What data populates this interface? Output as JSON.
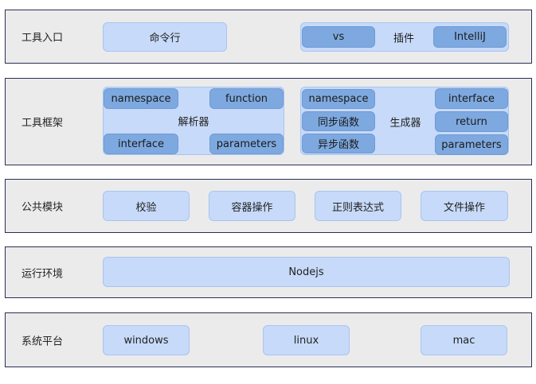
{
  "layers": {
    "entry": {
      "label": "工具入口",
      "cli": "命令行",
      "plugin": {
        "label": "插件",
        "vs": "vs",
        "intellij": "IntelliJ"
      }
    },
    "framework": {
      "label": "工具框架",
      "parser": {
        "label": "解析器",
        "namespace": "namespace",
        "function": "function",
        "interface": "interface",
        "parameters": "parameters"
      },
      "generator": {
        "label": "生成器",
        "namespace": "namespace",
        "sync_func": "同步函数",
        "async_func": "异步函数",
        "interface": "interface",
        "return": "return",
        "parameters": "parameters"
      }
    },
    "common": {
      "label": "公共模块",
      "items": [
        "校验",
        "容器操作",
        "正则表达式",
        "文件操作"
      ]
    },
    "runtime": {
      "label": "运行环境",
      "nodejs": "Nodejs"
    },
    "platform": {
      "label": "系统平台",
      "windows": "windows",
      "linux": "linux",
      "mac": "mac"
    }
  },
  "colors": {
    "layer_bg": "#ebebeb",
    "layer_border": "#2b2f55",
    "box_light": "#c7daf9",
    "box_dark": "#7ea9e0"
  }
}
